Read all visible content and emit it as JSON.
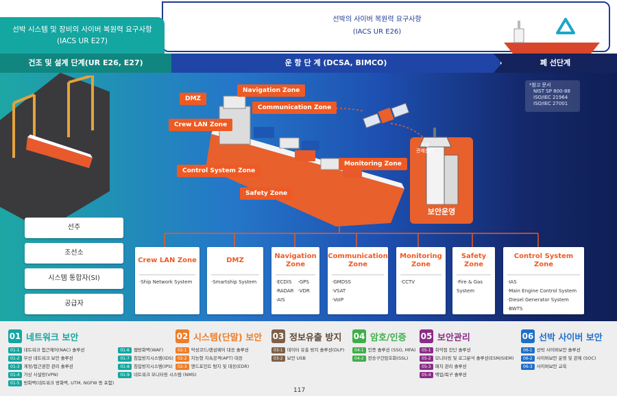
{
  "header": {
    "left_title_line1": "선박 시스템 및 장비의 사이버 복원력 요구사항",
    "left_title_line2": "(IACS UR E27)",
    "center_title_line1": "선박의 사이버 복원력 요구사항",
    "center_title_line2": "(IACS UR E26)"
  },
  "stages": {
    "build": "건조 및 설계 단계(UR E26, E27)",
    "ops": "운 항 단 계 (DCSA, BIMCO)",
    "disposal": "폐 선단계"
  },
  "references": {
    "title": "*참고 문서",
    "items": [
      "NIST SP 800-88",
      "ISO/IEC 21964",
      "ISO/IEC 27001"
    ]
  },
  "ship_zones": {
    "dmz": "DMZ",
    "navigation": "Navigation Zone",
    "communication": "Communication Zone",
    "crew_lan": "Crew LAN Zone",
    "control": "Control System Zone",
    "monitoring": "Monitoring Zone",
    "safety": "Safety Zone"
  },
  "control_center": {
    "label_line1": "육상",
    "label_line2": "관제센터",
    "security_ops": "보안운영"
  },
  "roles": [
    "선주",
    "조선소",
    "시스템 통합자(SI)",
    "공급자"
  ],
  "zone_cards": [
    {
      "title": "Crew LAN Zone",
      "items": [
        "·Ship Network System"
      ]
    },
    {
      "title": "DMZ",
      "items": [
        "·Smartship System"
      ]
    },
    {
      "title": "Navigation Zone",
      "items": [
        "·ECDIS",
        "·RADAR",
        "·AIS"
      ],
      "items2": [
        "·GPS",
        "·VDR"
      ]
    },
    {
      "title": "Communication Zone",
      "items": [
        "·GMDSS",
        "·VSAT",
        "·VoIP"
      ]
    },
    {
      "title": "Monitoring Zone",
      "items": [
        "·CCTV"
      ]
    },
    {
      "title": "Safety Zone",
      "items": [
        "·Fire & Gas System"
      ]
    },
    {
      "title": "Control System Zone",
      "items": [
        "·IAS",
        "·Main Engine Control System",
        "·Diesel Generator System",
        "·BWTS"
      ]
    }
  ],
  "categories": [
    {
      "num": "01",
      "title": "네트워크 보안",
      "color": "#14a6a0",
      "col1": [
        {
          "n": "01-1",
          "t": "네트워크 접근제어(NAC) 솔루션"
        },
        {
          "n": "01-2",
          "t": "무선 네트워크 보안 솔루션"
        },
        {
          "n": "01-3",
          "t": "계정/접근권한 관리 솔루션"
        },
        {
          "n": "01-4",
          "t": "가상 사설망(VPN)"
        },
        {
          "n": "01-5",
          "t": "방화벽(네트워크 방화벽, UTM, NGFW 등 포함)"
        }
      ],
      "col2": [
        {
          "n": "01-6",
          "t": "웹방화벽(WAF)"
        },
        {
          "n": "01-7",
          "t": "침입방지시스템(IDS)"
        },
        {
          "n": "01-8",
          "t": "침입방지시스템(IPS)"
        },
        {
          "n": "01-9",
          "t": "네트워크 모니터링 시스템 (NMS)"
        }
      ]
    },
    {
      "num": "02",
      "title": "시스템(단말) 보안",
      "color": "#ee7d28",
      "col1": [
        {
          "n": "02-1",
          "t": "악성코드/랜섬웨어 대응 솔루션"
        },
        {
          "n": "02-2",
          "t": "지능형 지속공격(APT) 대응"
        },
        {
          "n": "02-3",
          "t": "엔드포인트 탐지 및 대응(EDR)"
        }
      ]
    },
    {
      "num": "03",
      "title": "정보유출 방지",
      "color": "#7d6048",
      "col1": [
        {
          "n": "03-1",
          "t": "데이터 유출 방지 솔루션(DLP)"
        },
        {
          "n": "03-2",
          "t": "보안 USB"
        }
      ]
    },
    {
      "num": "04",
      "title": "암호/인증",
      "color": "#3fae49",
      "col1": [
        {
          "n": "04-1",
          "t": "인증 솔루션 (SSO, MFA)"
        },
        {
          "n": "04-2",
          "t": "전송구간암호화(SSL)"
        }
      ]
    },
    {
      "num": "05",
      "title": "보안관리",
      "color": "#8b2c88",
      "col1": [
        {
          "n": "05-1",
          "t": "취약점 진단 솔루션"
        },
        {
          "n": "05-2",
          "t": "모니터링 및 로그분석 솔루션(ESM/SIEM)"
        },
        {
          "n": "05-3",
          "t": "패치 관리 솔루션"
        },
        {
          "n": "05-4",
          "t": "백업/복구 솔루션"
        }
      ]
    },
    {
      "num": "06",
      "title": "선박 사이버 보안",
      "color": "#1f6fc9",
      "col1": [
        {
          "n": "06-1",
          "t": "선박 사이버보안 솔루션"
        },
        {
          "n": "06-2",
          "t": "사이버보안 운영 및 관제 (SOC)"
        },
        {
          "n": "06-3",
          "t": "사이버보안 교육"
        }
      ]
    }
  ],
  "page_number": "117"
}
